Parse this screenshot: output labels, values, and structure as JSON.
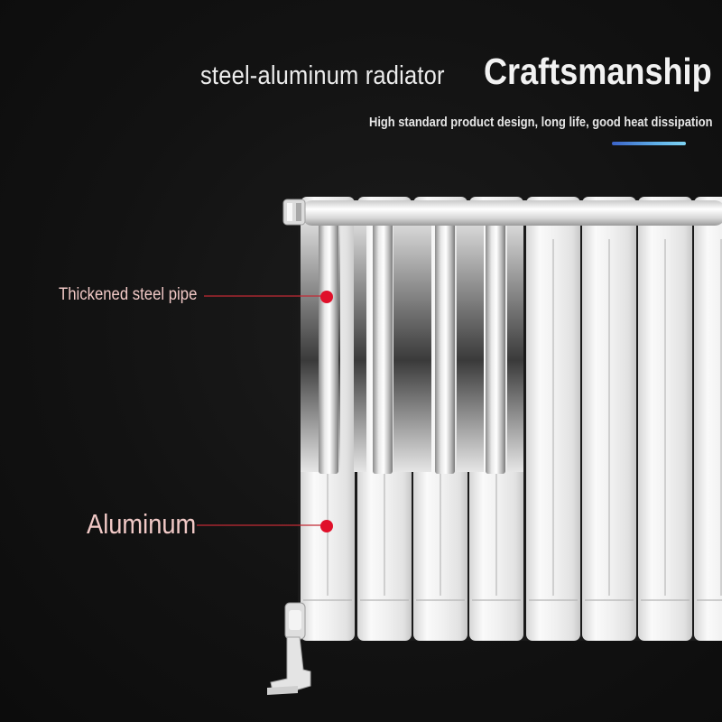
{
  "header": {
    "product_name": "steel-aluminum radiator",
    "craft_word": "Craftsmanship",
    "tagline": "High standard product design, long life, good heat dissipation"
  },
  "callouts": [
    {
      "label": "Thickened steel pipe",
      "dot_color": "#e0102a"
    },
    {
      "label": "Aluminum",
      "dot_color": "#e0102a"
    }
  ],
  "colors": {
    "background": "#121212",
    "accent_line": "#5fb0e8",
    "label_text": "#f1c9c6",
    "radiator_body": "#f0f0f0"
  }
}
